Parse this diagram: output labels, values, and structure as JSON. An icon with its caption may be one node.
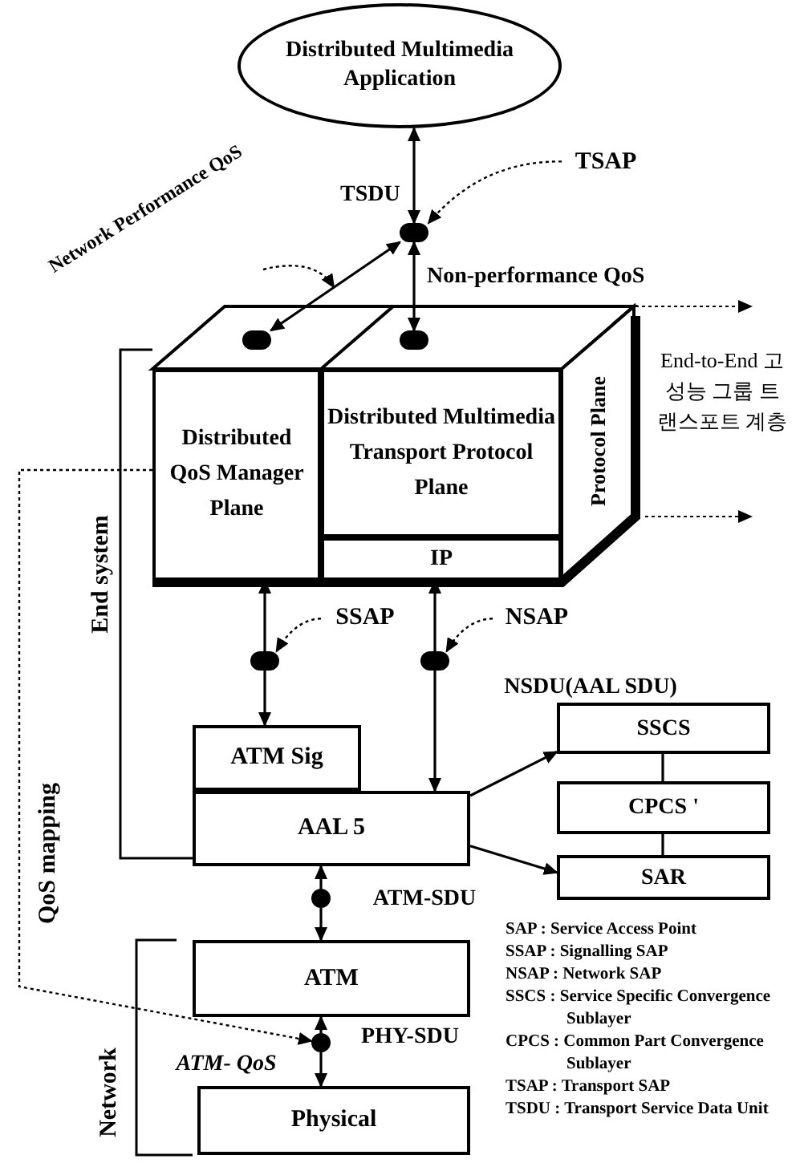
{
  "diagram": {
    "nodes": [
      {
        "text": [
          "Distributed Multimedia Application"
        ]
      },
      {
        "text": [],
        "shape": "circle"
      },
      {
        "text": [
          "TSAP"
        ]
      },
      {
        "text": [
          "Network Performance QoS"
        ]
      },
      {
        "text": [],
        "shape": "circle"
      },
      {
        "text": [],
        "shape": "circle"
      },
      {
        "text": [
          "Distributed QoS Manager Plane"
        ]
      },
      {
        "text": [
          "Distributed Multimedia Transport Protocol Plane"
        ]
      },
      {
        "text": [
          "IP"
        ]
      },
      {
        "text": [
          "Protocol Plane"
        ]
      },
      {
        "text": [
          "SSAP"
        ]
      },
      {
        "text": [],
        "shape": "circle"
      },
      {
        "text": [
          "NSAP"
        ]
      },
      {
        "text": [],
        "shape": "circle"
      },
      {
        "text": [
          "ATM Sig"
        ]
      },
      {
        "text": [
          "AAL 5"
        ]
      },
      {
        "text": [
          "SSCS"
        ]
      },
      {
        "text": [
          "CPCS '"
        ]
      },
      {
        "text": [
          "SAR"
        ]
      },
      {
        "text": [],
        "shape": "circle"
      },
      {
        "text": [
          "ATM"
        ]
      },
      {
        "text": [],
        "shape": "circle"
      },
      {
        "text": [
          "Physical"
        ]
      }
    ],
    "edges": [
      {
        "from": 0,
        "to": 1,
        "arrow": "both",
        "label": "TSDU"
      },
      {
        "from": 2,
        "to": 1,
        "arrow": "to",
        "style": "dashed"
      },
      {
        "from": 3,
        "to": null,
        "arrow": "to",
        "style": "dashed"
      },
      {
        "from": 1,
        "to": 4,
        "arrow": "both"
      },
      {
        "from": 1,
        "to": 5,
        "arrow": "both",
        "label": "Non-performance QoS"
      },
      {
        "from": 11,
        "to": 6,
        "arrow": "to"
      },
      {
        "from": 11,
        "to": 14,
        "arrow": "to"
      },
      {
        "from": 10,
        "to": 11,
        "arrow": "to",
        "style": "dashed"
      },
      {
        "from": 13,
        "to": 8,
        "arrow": "to"
      },
      {
        "from": 13,
        "to": 15,
        "arrow": "to"
      },
      {
        "from": 12,
        "to": 13,
        "arrow": "to",
        "style": "dashed"
      },
      {
        "from": 15,
        "to": 16,
        "arrow": "to"
      },
      {
        "from": 15,
        "to": 18,
        "arrow": "to"
      },
      {
        "from": 16,
        "to": 17,
        "arrow": "none"
      },
      {
        "from": 17,
        "to": 18,
        "arrow": "none"
      },
      {
        "from": 19,
        "to": 15,
        "arrow": "to"
      },
      {
        "from": 19,
        "to": 20,
        "arrow": "to"
      },
      {
        "from": 21,
        "to": 20,
        "arrow": "to"
      },
      {
        "from": 21,
        "to": 22,
        "arrow": "to"
      },
      {
        "from": 6,
        "to": 21,
        "arrow": "to",
        "style": "dashed"
      }
    ],
    "labels": [
      "End-to-End 고성능 그룹 트랜스포트 계층",
      "End system",
      "NSDU(AAL SDU)",
      "QoS mapping",
      "ATM-SDU",
      "SAP : Service Access Point",
      "SSAP : Signalling SAP",
      "NSAP : Network SAP",
      "SSCS : Service Specific Convergence Sublayer",
      "CPCS : Common Part Convergence Sublayer",
      "TSAP : Transport SAP",
      "TSDU : Transport Service Data Unit",
      "ATM- QoS",
      "PHY-SDU",
      "Network"
    ]
  }
}
